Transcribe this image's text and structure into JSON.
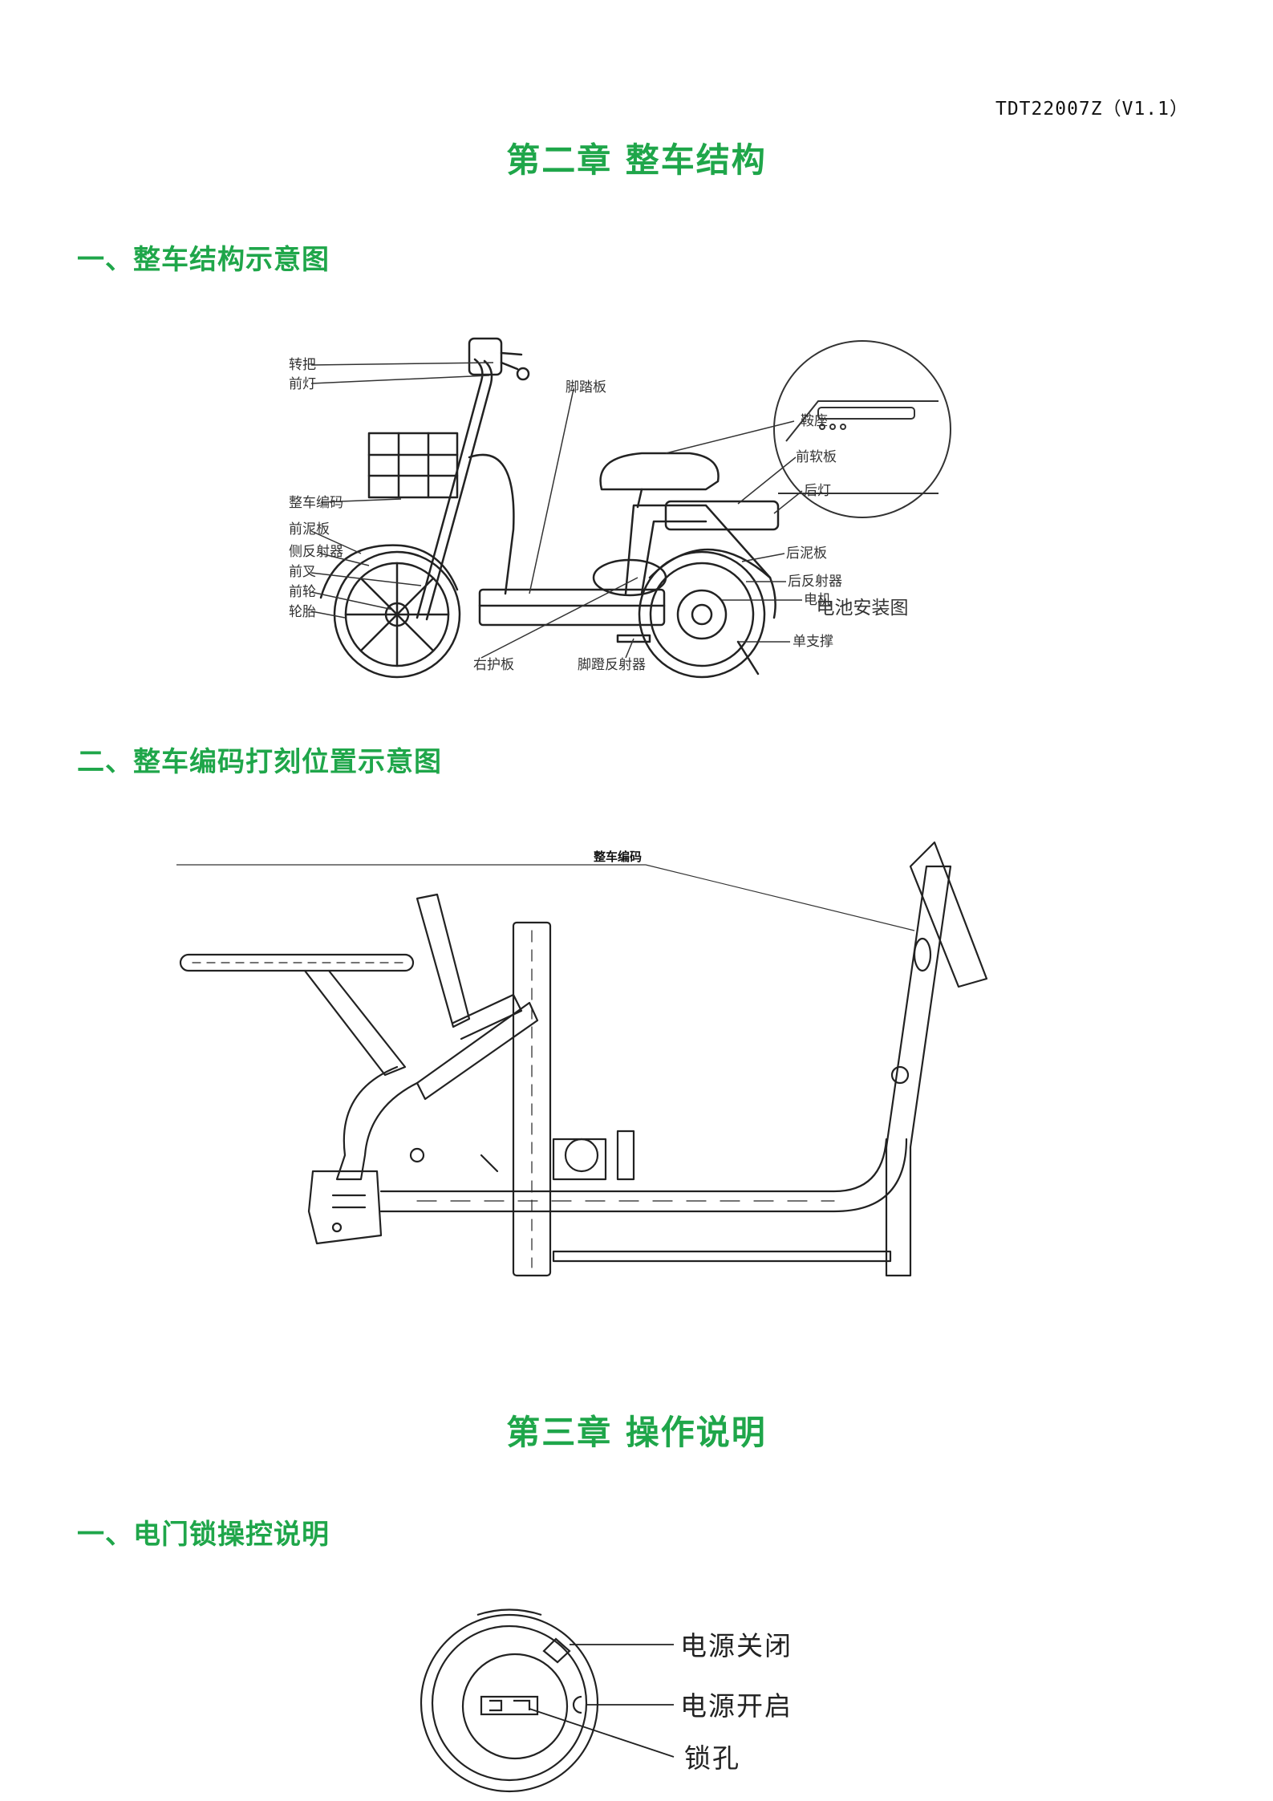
{
  "header": {
    "doc_id": "TDT22007Z（V1.1）"
  },
  "chapter2": {
    "title": "第二章    整车结构",
    "section1": "一、整车结构示意图",
    "section2": "二、整车编码打刻位置示意图"
  },
  "bike_labels": {
    "handlebar": "转把",
    "headlight": "前灯",
    "vin": "整车编码",
    "front_fender": "前泥板",
    "side_reflector": "侧反射器",
    "front_fork": "前叉",
    "front_wheel": "前轮",
    "tire": "轮胎",
    "right_guard": "右护板",
    "footboard": "脚踏板",
    "pedal_reflector": "脚蹬反射器",
    "saddle": "鞍座",
    "front_soft_board": "前软板",
    "taillight": "后灯",
    "rear_fender": "后泥板",
    "rear_reflector": "后反射器",
    "motor": "电机",
    "kickstand": "单支撑",
    "battery_install": "电池安装图"
  },
  "frame_labels": {
    "vin": "整车编码"
  },
  "chapter3": {
    "title": "第三章  操作说明",
    "section1": "一、电门锁操控说明"
  },
  "lock_labels": {
    "power_off": "电源关闭",
    "power_on": "电源开启",
    "keyhole": "锁孔"
  }
}
